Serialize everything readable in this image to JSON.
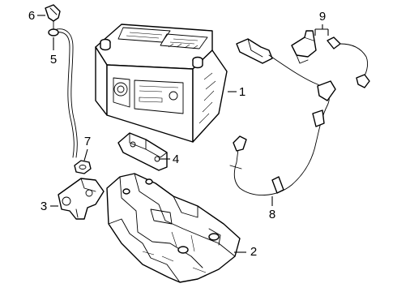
{
  "diagram": {
    "callouts": [
      {
        "id": "1",
        "part": "battery"
      },
      {
        "id": "2",
        "part": "battery-tray"
      },
      {
        "id": "3",
        "part": "bracket"
      },
      {
        "id": "4",
        "part": "hold-down-clamp"
      },
      {
        "id": "5",
        "part": "vent-tube"
      },
      {
        "id": "6",
        "part": "vent-tube-elbow"
      },
      {
        "id": "7",
        "part": "nut"
      },
      {
        "id": "8",
        "part": "negative-cable"
      },
      {
        "id": "9",
        "part": "cable-connectors"
      }
    ],
    "colors": {
      "line": "#000000",
      "background": "#ffffff"
    }
  }
}
